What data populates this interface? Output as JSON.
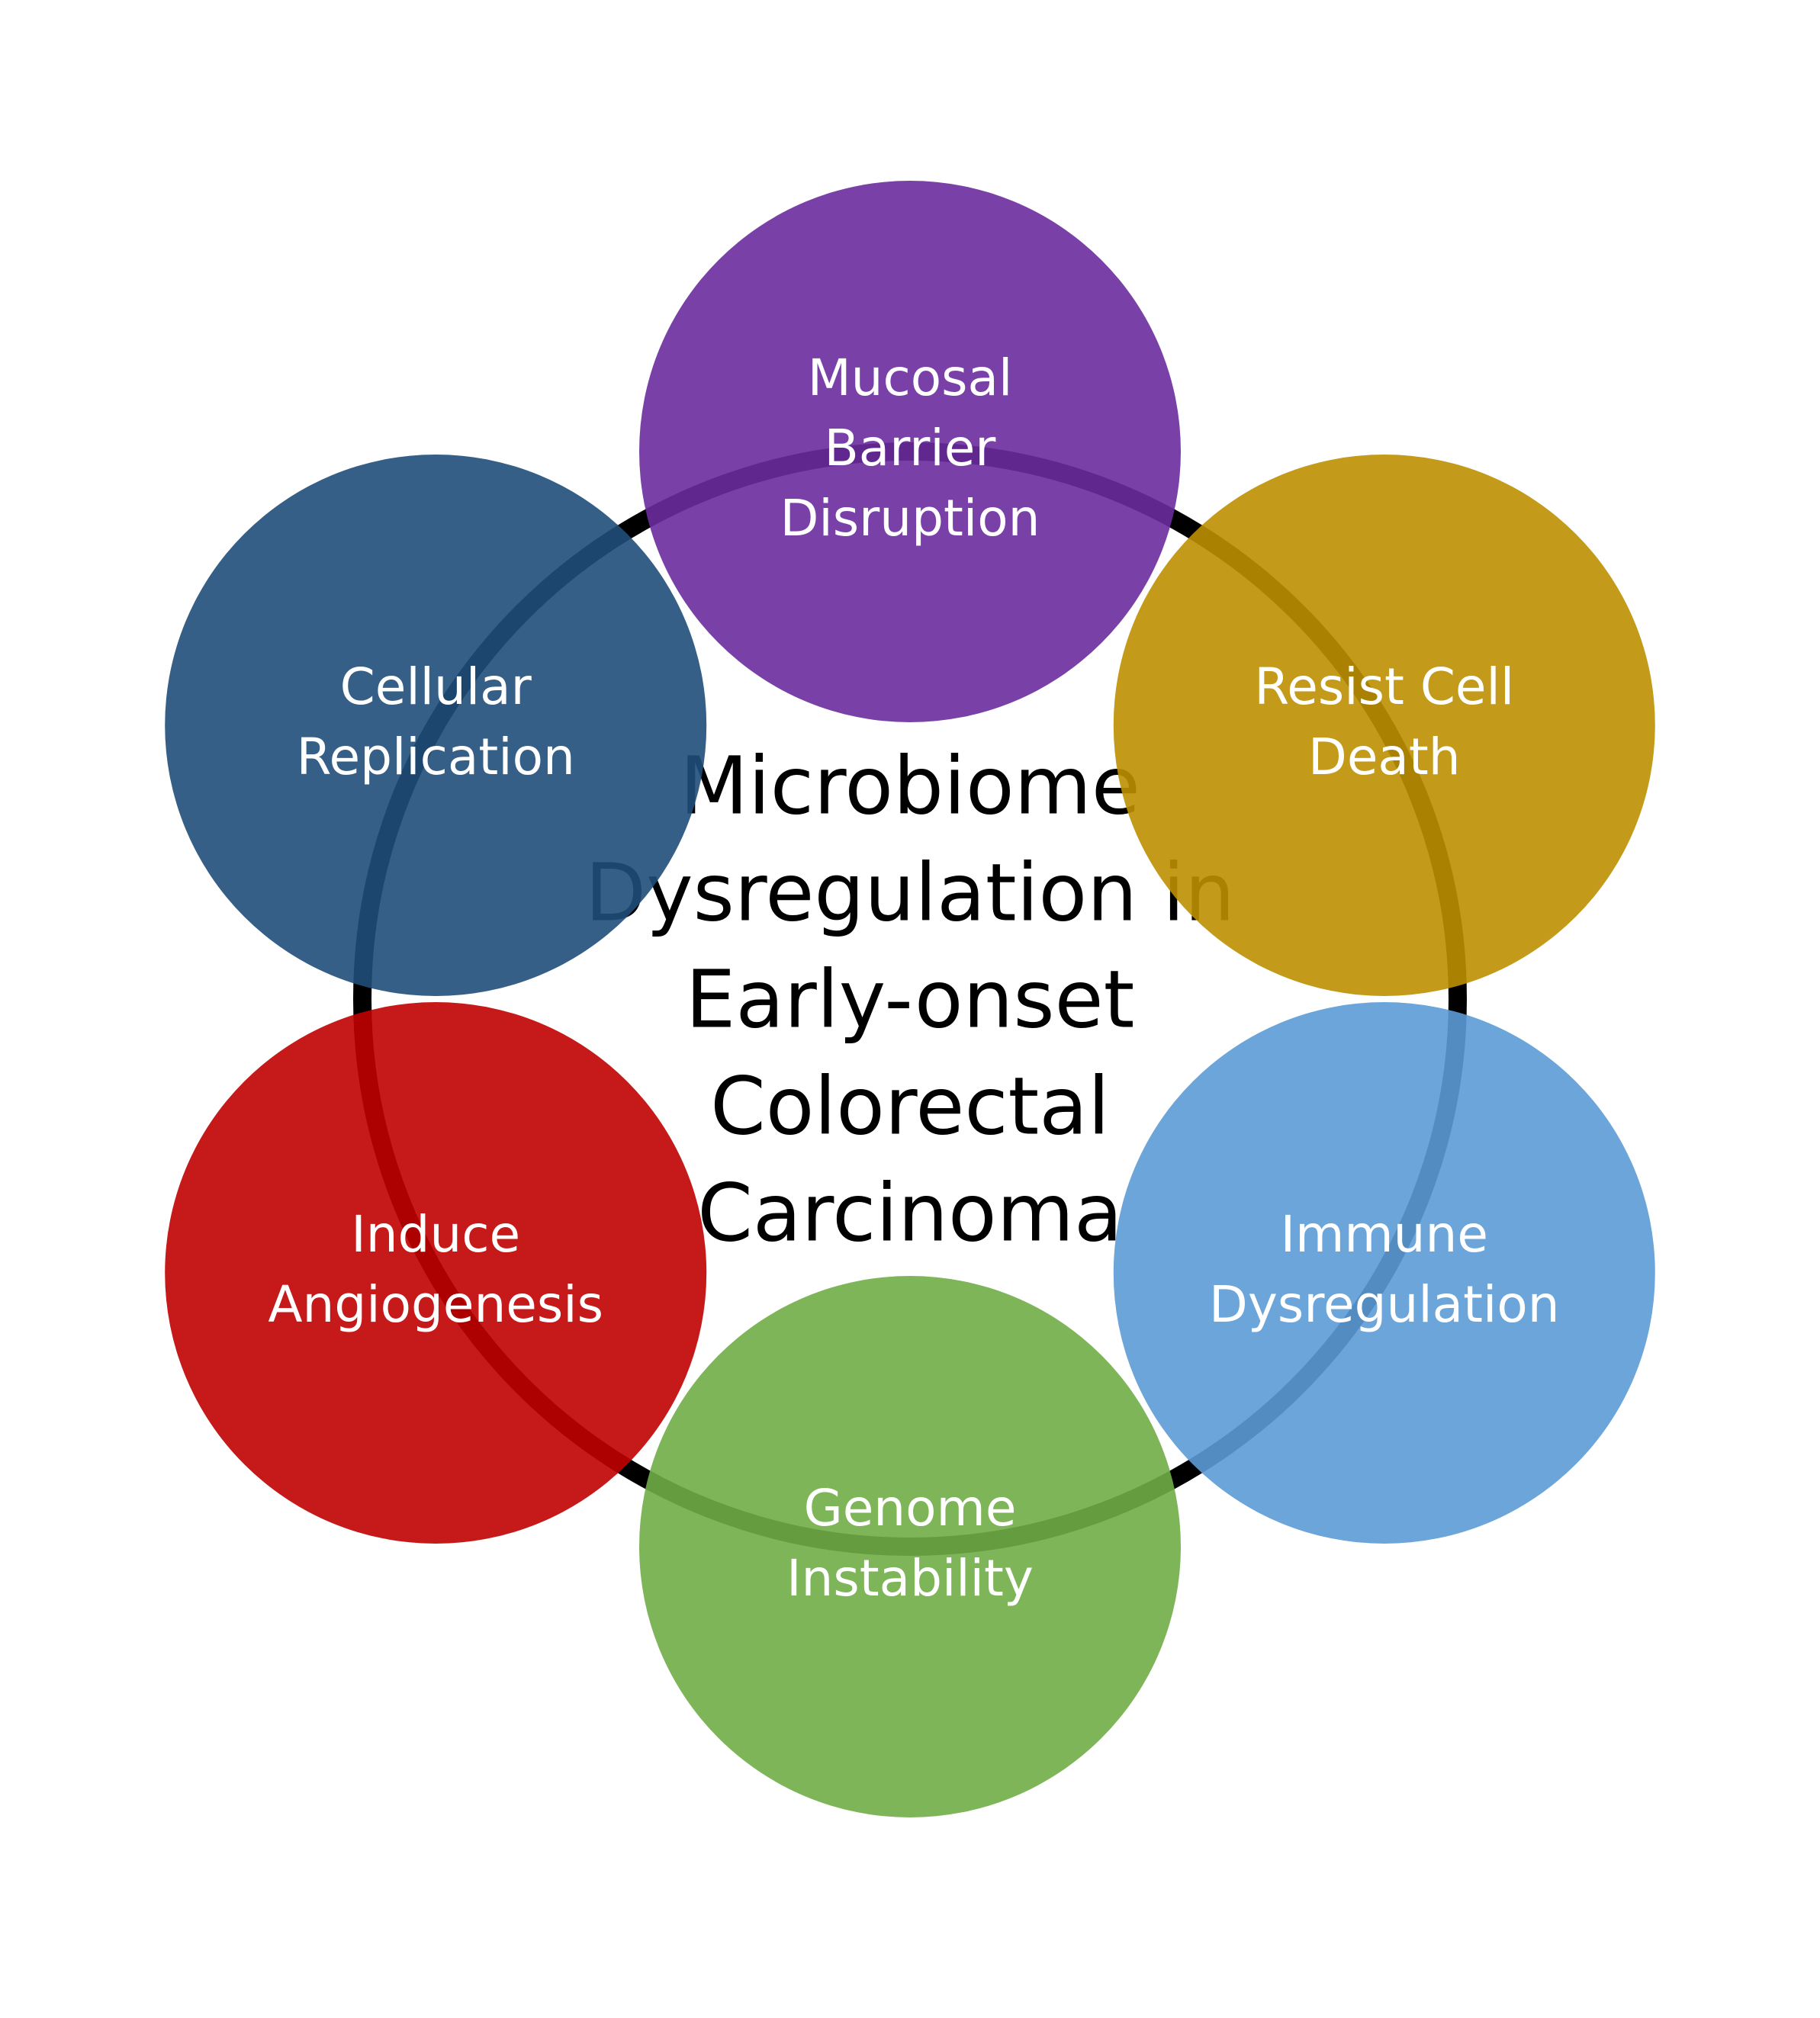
{
  "center": {
    "lines": [
      "Microbiome",
      "Dysregulation in",
      "Early-onset",
      "Colorectal",
      "Carcinoma"
    ]
  },
  "nodes": [
    {
      "id": "mucosal-barrier-disruption",
      "lines": [
        "Mucosal",
        "Barrier",
        "Disruption"
      ],
      "color": "#6A2C9E",
      "icon": "circle"
    },
    {
      "id": "resist-cell-death",
      "lines": [
        "Resist Cell",
        "Death"
      ],
      "color": "#BD8F00",
      "icon": "circle"
    },
    {
      "id": "immune-dysregulation",
      "lines": [
        "Immune",
        "Dysregulation"
      ],
      "color": "#5B9BD5",
      "icon": "circle"
    },
    {
      "id": "genome-instability",
      "lines": [
        "Genome",
        "Instability"
      ],
      "color": "#70AD47",
      "icon": "circle"
    },
    {
      "id": "induce-angiogenesis",
      "lines": [
        "Induce",
        "Angiogenesis"
      ],
      "color": "#C00000",
      "icon": "circle"
    },
    {
      "id": "cellular-replication",
      "lines": [
        "Cellular",
        "Replication"
      ],
      "color": "#1F4E79",
      "icon": "circle"
    }
  ],
  "colors": {
    "ring": "#000000",
    "background": "#FFFFFF",
    "node_text": "#FFFFFF",
    "center_text": "#000000"
  }
}
